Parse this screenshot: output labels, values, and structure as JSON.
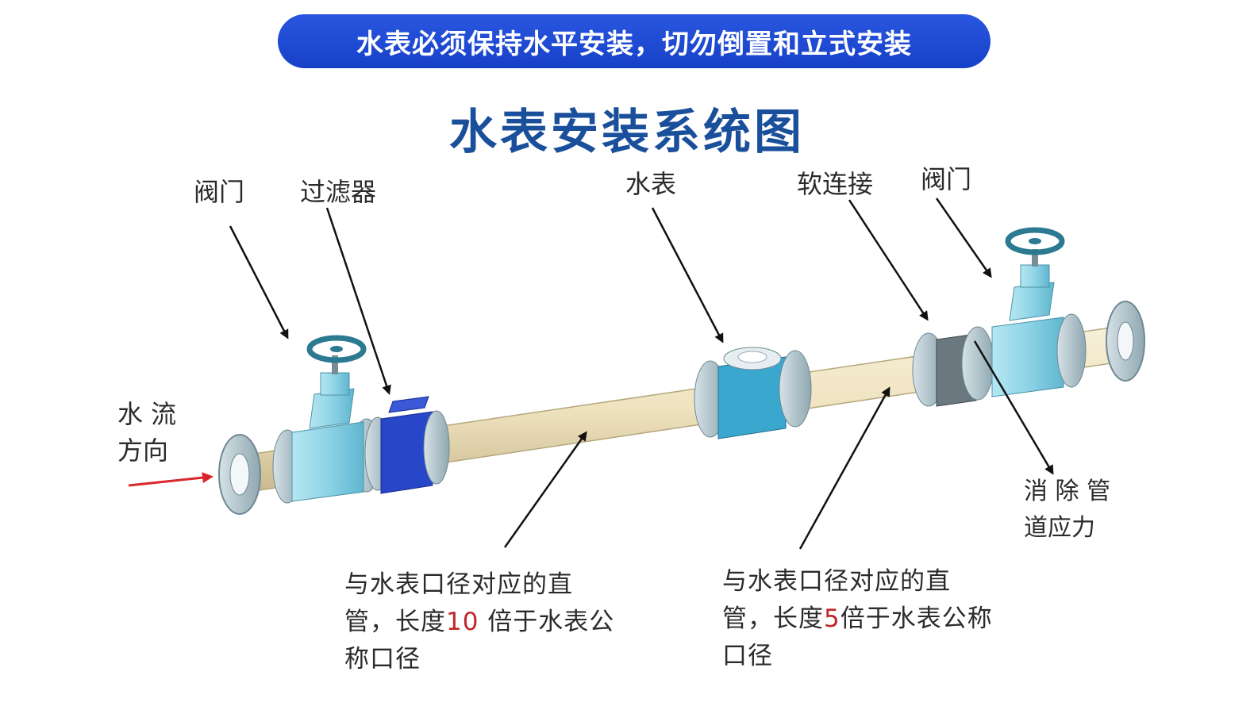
{
  "banner": {
    "text": "水表必须保持水平安装，切勿倒置和立式安装"
  },
  "title": "水表安装系统图",
  "labels": {
    "valve_left": "阀门",
    "filter": "过滤器",
    "meter": "水表",
    "soft_joint": "软连接",
    "valve_right": "阀门",
    "flow_line1": "水 流",
    "flow_line2": "方向",
    "stress_line1": "消 除 管",
    "stress_line2": "道应力"
  },
  "notes": {
    "left": {
      "pre": "与水表口径对应的直管，长度",
      "num": "10",
      "post": " 倍于水表公称口径"
    },
    "right": {
      "pre": "与水表口径对应的直管，长度",
      "num": "5",
      "post": "倍于水表公称口径"
    }
  },
  "colors": {
    "banner": "#1f4ad8",
    "title": "#1a4f9b",
    "valve": "#8ed3e6",
    "filter": "#2846c8",
    "pipe": "#efe3bf",
    "flange": "#b0c4cc",
    "arrow_red": "#d8262a",
    "emphasis_red": "#c0262a"
  }
}
